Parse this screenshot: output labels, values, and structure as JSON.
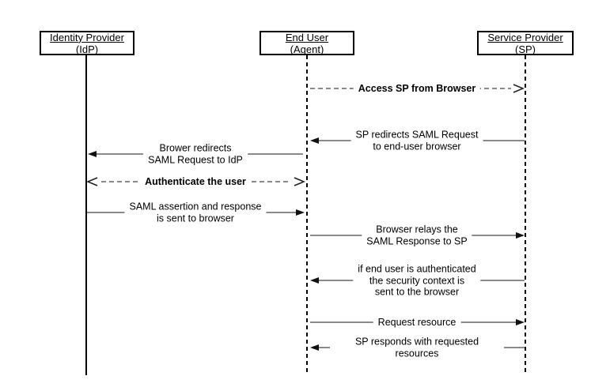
{
  "diagram": {
    "type": "sequence-diagram",
    "subject": "SAML web browser single sign-on flow",
    "colors": {
      "background": "#ffffff",
      "message_line": "#8a8a8a",
      "arrowhead": "#111111",
      "text": "#000000",
      "actor_border": "#000000"
    },
    "actors": [
      {
        "label": "Identity Provider\n(IdP)",
        "lifeline": "solid"
      },
      {
        "label": "End User\n(Agent)",
        "lifeline": "dashed"
      },
      {
        "label": "Service Provider\n(SP)",
        "lifeline": "dashed"
      }
    ],
    "messages": [
      {
        "text": "Access SP from Browser",
        "from": "End User (Agent)",
        "to": "Service Provider (SP)",
        "line": "dashed",
        "arrowheads": "open-right",
        "emphasis": "bold"
      },
      {
        "text": "SP redirects SAML Request\nto end-user browser",
        "from": "Service Provider (SP)",
        "to": "End User (Agent)",
        "line": "solid",
        "arrowheads": "filled-left",
        "emphasis": "normal"
      },
      {
        "text": "Brower redirects\nSAML Request to IdP",
        "from": "End User (Agent)",
        "to": "Identity Provider (IdP)",
        "line": "solid",
        "arrowheads": "filled-left",
        "emphasis": "normal"
      },
      {
        "text": "Authenticate the user",
        "from": "Identity Provider (IdP)",
        "to": "End User (Agent)",
        "line": "dashed",
        "arrowheads": "open-both",
        "emphasis": "bold"
      },
      {
        "text": "SAML assertion and response\nis sent to browser",
        "from": "Identity Provider (IdP)",
        "to": "End User (Agent)",
        "line": "solid",
        "arrowheads": "filled-right",
        "emphasis": "normal"
      },
      {
        "text": "Browser relays the\nSAML Response to SP",
        "from": "End User (Agent)",
        "to": "Service Provider (SP)",
        "line": "solid",
        "arrowheads": "filled-right",
        "emphasis": "normal"
      },
      {
        "text": "if end user is authenticated\nthe security context is\nsent to the browser",
        "from": "Service Provider (SP)",
        "to": "End User (Agent)",
        "line": "solid",
        "arrowheads": "filled-left",
        "emphasis": "normal"
      },
      {
        "text": "Request resource",
        "from": "End User (Agent)",
        "to": "Service Provider (SP)",
        "line": "solid",
        "arrowheads": "filled-right",
        "emphasis": "normal"
      },
      {
        "text": "SP responds with requested resources",
        "from": "Service Provider (SP)",
        "to": "End User (Agent)",
        "line": "solid",
        "arrowheads": "filled-left",
        "emphasis": "normal"
      }
    ]
  }
}
